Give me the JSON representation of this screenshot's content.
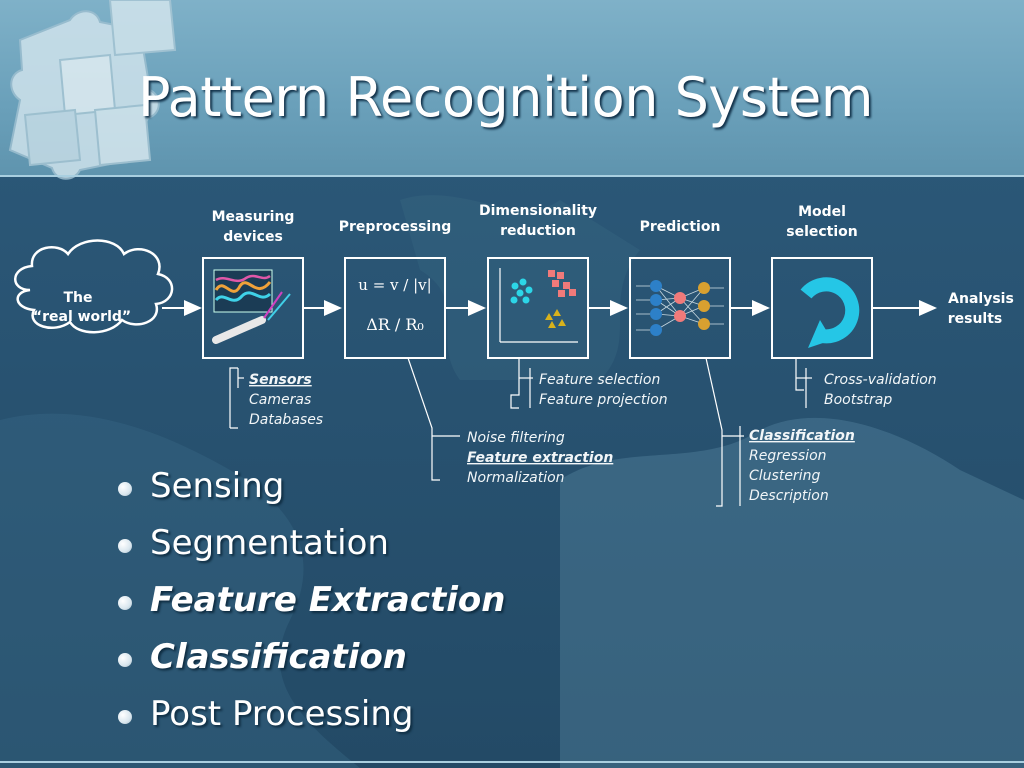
{
  "slide": {
    "title": "Pattern Recognition System"
  },
  "diagram": {
    "world_label_1": "The",
    "world_label_2": "“real world”",
    "output_label_1": "Analysis",
    "output_label_2": "results",
    "stages": [
      {
        "label_1": "Measuring",
        "label_2": "devices",
        "icon": "sensor-waveform-icon",
        "notes": [
          {
            "text": "Sensors",
            "emph": true
          },
          {
            "text": "Cameras"
          },
          {
            "text": "Databases"
          }
        ]
      },
      {
        "label_1": "Preprocessing",
        "label_2": "",
        "icon": "normalization-formula-icon",
        "formula_1": "u = v / |v|",
        "formula_2": "ΔR / R₀",
        "notes": [
          {
            "text": "Noise filtering"
          },
          {
            "text": "Feature extraction",
            "emph": true
          },
          {
            "text": "Normalization"
          }
        ]
      },
      {
        "label_1": "Dimensionality",
        "label_2": "reduction",
        "icon": "feature-scatter-icon",
        "notes": [
          {
            "text": "Feature selection"
          },
          {
            "text": "Feature projection"
          }
        ]
      },
      {
        "label_1": "Prediction",
        "label_2": "",
        "icon": "neural-network-icon",
        "notes": [
          {
            "text": "Classification",
            "emph": true
          },
          {
            "text": "Regression"
          },
          {
            "text": "Clustering"
          },
          {
            "text": "Description"
          }
        ]
      },
      {
        "label_1": "Model",
        "label_2": "selection",
        "icon": "cycle-arrow-icon",
        "notes": [
          {
            "text": "Cross-validation"
          },
          {
            "text": "Bootstrap"
          }
        ]
      }
    ]
  },
  "bullets": [
    {
      "text": "Sensing",
      "emphasis": false
    },
    {
      "text": "Segmentation",
      "emphasis": false
    },
    {
      "text": "Feature Extraction",
      "emphasis": true
    },
    {
      "text": "Classification",
      "emphasis": true
    },
    {
      "text": "Post Processing",
      "emphasis": false
    }
  ],
  "colors": {
    "background": "#2a5676",
    "header": "#6fa4bd",
    "accent_cyan": "#25c6e6",
    "salmon": "#f07a7a",
    "gold": "#d8b21c"
  }
}
